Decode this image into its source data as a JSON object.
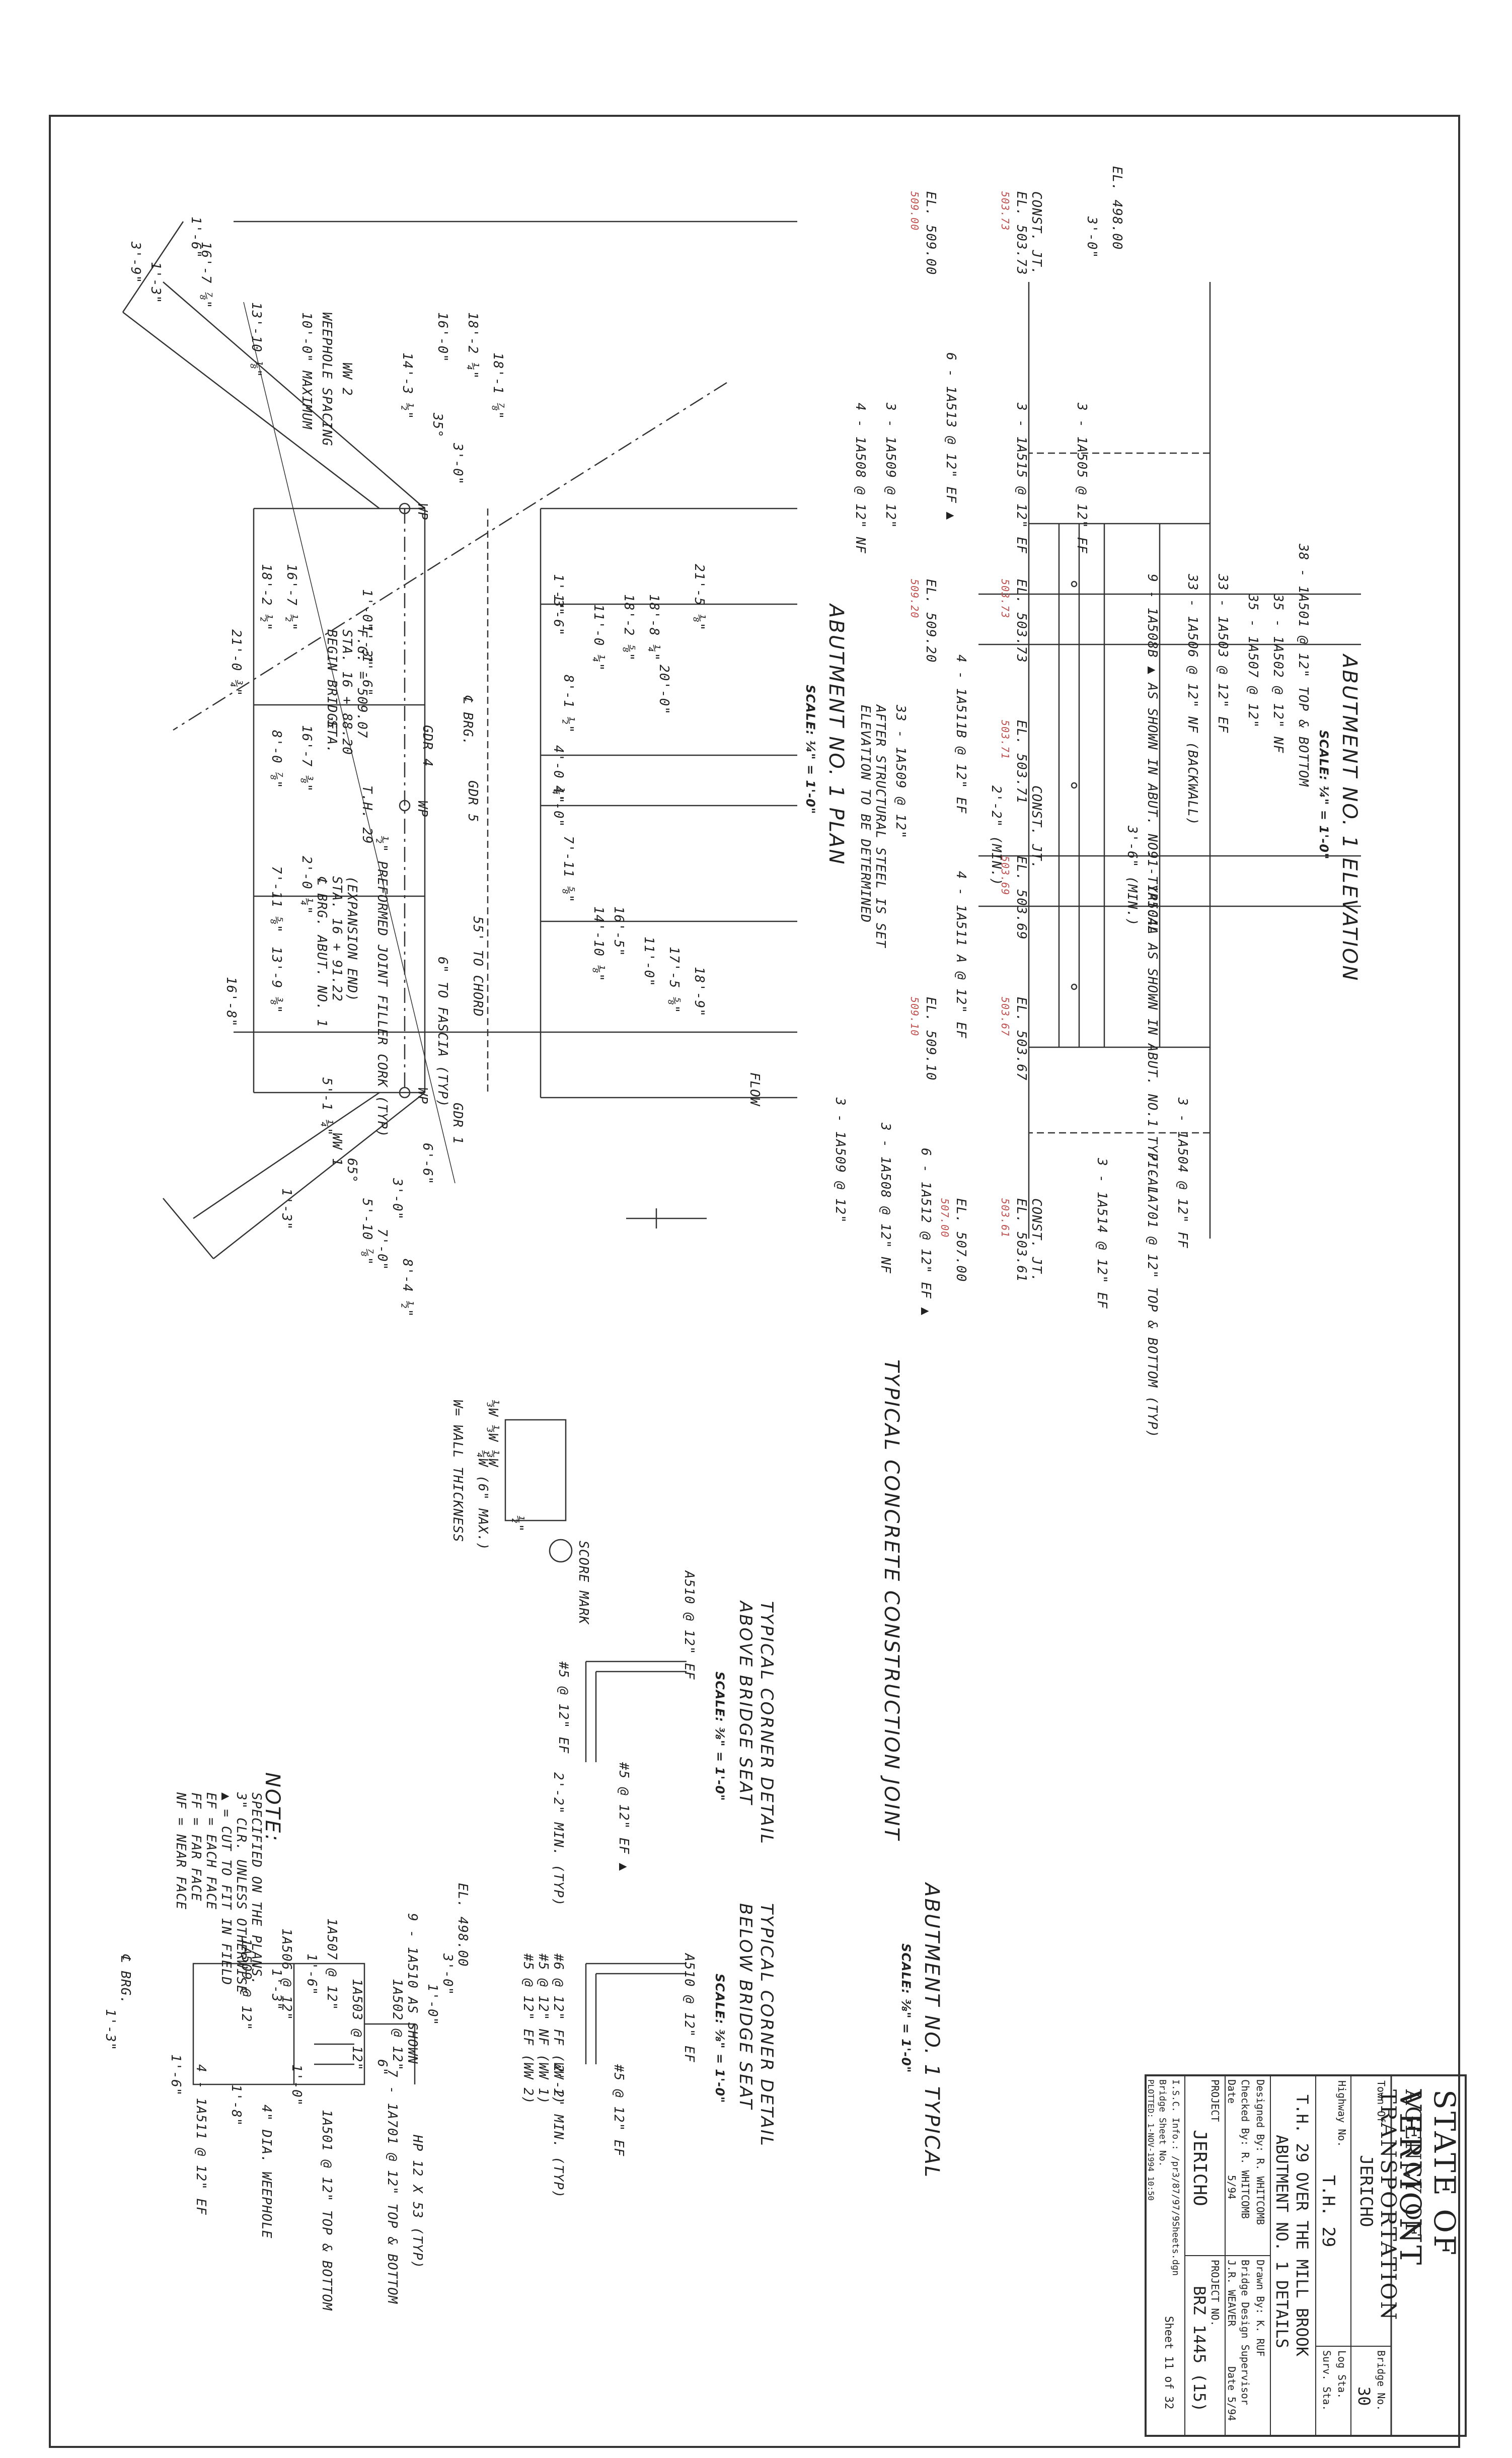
{
  "plan": {
    "title": "ABUTMENT NO. 1 PLAN",
    "scale": "SCALE: ¼\" = 1'-0\"",
    "labels": {
      "begin_bridge": "BEGIN BRIDGE",
      "begin_sta": "STA. 16 + 88.20",
      "begin_fg": "F.G. = 509.07",
      "brg_abut": "℄ BRG. ABUT. NO. 1",
      "brg_sta": "STA. 16 + 91.22",
      "expansion": "(EXPANSION END)",
      "sta": "STA.",
      "th29": "T.H. 29",
      "brg": "℄ BRG.",
      "wp": "WP",
      "gdr1": "GDR 1",
      "gdr4": "GDR 4",
      "gdr5": "GDR 5",
      "ww1": "WW 1",
      "ww2": "WW 2",
      "weephole": "WEEPHOLE SPACING",
      "maxim": "10'-0\" MAXIMUM",
      "chord": "55' TO CHORD",
      "fascia": "6\" TO FASCIA (TYP)",
      "joint_filler": "½\" PREFORMED JOINT FILLER CORK (TYP)",
      "flow": "FLOW"
    },
    "dims": [
      "1'-3\"",
      "1'-6\"",
      "3'-9\"",
      "1'-0\"",
      "1'-3\"",
      "1'-6\"",
      "18'-2 ½\"",
      "16'-7 ½\"",
      "21'-0 ¾\"",
      "8'-0 ⅞\"",
      "16'-7 ⅜\"",
      "7'-11 ⅝\"",
      "2'-0 ¼\"",
      "13'-9 ⅜\"",
      "16'-8\"",
      "5'-1 ¼\"",
      "1'-3\"",
      "6'-6\"",
      "3'-0\"",
      "5'-10 ⅞\"",
      "7'-0\"",
      "8'-4 ½\"",
      "65°",
      "35°",
      "18'-1 ⅞\"",
      "18'-2 ¼\"",
      "16'-0\"",
      "14'-3 ½\"",
      "3'-0\"",
      "1'-3\"",
      "1'-6\"",
      "8'-1 ½\"",
      "11'-0 ¼\"",
      "4'-0 ¼\"",
      "4'-0\"",
      "18'-2 ⅝\"",
      "7'-11 ⅝\"",
      "14'-10 ⅛\"",
      "18'-8 ¼\"",
      "20'-0\"",
      "16'-5\"",
      "11'-0\"",
      "21'-5 ⅛\"",
      "17'-5 ⅝\"",
      "18'-9\"",
      "13'-10 ⅛\"",
      "16'-7 ⅞\""
    ]
  },
  "elevation": {
    "title": "ABUTMENT NO. 1 ELEVATION",
    "scale": "SCALE: ¼\" = 1'-0\"",
    "labels": {
      "el_509": "EL. 509.00",
      "el_50373": "EL. 503.73",
      "const_jt": "CONST. JT.",
      "el_498": "EL. 498.00",
      "el_50920": "EL. 509.20",
      "el_50373b": "EL. 503.73",
      "el_50371": "EL. 503.71",
      "el_50369": "EL. 503.69",
      "el_50367": "EL. 503.67",
      "el_50910": "EL. 509.10",
      "el_50700": "EL. 507.00",
      "el_50361": "EL. 503.61",
      "const_jt2": "CONST. JT.",
      "const_jt3": "CONST. JT.",
      "set_note1": "ELEVATION TO BE DETERMINED",
      "set_note2": "AFTER STRUCTURAL STEEL IS SET",
      "a509": "33 - 1A509 @ 12\"",
      "a511b": "4 - 1A511B @ 12\" EF",
      "a511a": "4 - 1A511 A @ 12\" EF",
      "a508": "4 - 1A508 @ 12\" NF",
      "a509b": "3 - 1A509 @ 12\"",
      "a513": "6 - 1A513 @ 12\" EF ▲",
      "a515": "3 - 1A515 @ 12\" EF",
      "a505": "3 - 1A505 @ 12\" FF",
      "a508b": "9 - 1A508B ▲ AS SHOWN IN ABUT. NO.1 TYPICAL",
      "a506": "33 - 1A506 @ 12\" NF (BACKWALL)",
      "a503": "33 - 1A503 @ 12\" EF",
      "a507": "35 - 1A507 @ 12\"",
      "a502": "35 - 1A502 @ 12\" NF",
      "a501": "38 - 1A501 @ 12\" TOP & BOTTOM",
      "a504a": "9 - 1A504A AS SHOWN IN ABUT. NO.1 TYPICAL",
      "a509c": "3 - 1A509 @ 12\"",
      "a508c": "3 - 1A508 @ 12\" NF",
      "a512": "6 - 1A512 @ 12\" EF ▲",
      "a514": "3 - 1A514 @ 12\" EF",
      "a504": "3 - 1A504 @ 12\" FF",
      "a701": "7 - 1A701 @ 12\" TOP & BOTTOM (TYP)",
      "dim_30": "3'-0\"",
      "dim_22": "2'-2\" (MIN.)",
      "dim_36": "3'-6\" (MIN.)"
    },
    "red_marks": [
      "509.20",
      "503.73",
      "503.71",
      "503.69",
      "503.67",
      "509.10",
      "507.00",
      "503.61",
      "509.00",
      "503.73"
    ]
  },
  "joint": {
    "title": "TYPICAL CONCRETE CONSTRUCTION JOINT",
    "labels": {
      "max": "¼W (6\" MAX.)",
      "wall": "W= WALL THICKNESS",
      "thirds": "⅓W  ⅓W  ⅓W",
      "half": "½\"",
      "score": "SCORE MARK"
    }
  },
  "corner_above": {
    "title": "TYPICAL CORNER DETAIL ABOVE BRIDGE SEAT",
    "scale": "SCALE: ⅜\" = 1'-0\"",
    "labels": {
      "a5": "#5 @ 12\" EF",
      "a510": "A510 @ 12\" EF",
      "a5b": "#5 @ 12\" EF ▲",
      "min": "2'-2\" MIN. (TYP)"
    }
  },
  "corner_below": {
    "title": "TYPICAL CORNER DETAIL BELOW BRIDGE SEAT",
    "scale": "SCALE: ⅜\" = 1'-0\"",
    "labels": {
      "a1": "#5 @ 12\" EF (WW 2)",
      "a2": "#5 @ 12\" NF (WW 1)",
      "a3": "#6 @ 12\" FF (WW 1)",
      "a510": "A510 @ 12\" EF",
      "a5": "#5 @ 12\" EF",
      "min": "2'-2\" MIN. (TYP)"
    }
  },
  "typical": {
    "title": "ABUTMENT NO. 1 TYPICAL",
    "scale": "SCALE: ⅜\" = 1'-0\"",
    "labels": {
      "brg": "℄ BRG.",
      "d13": "1'-3\"",
      "a509": "1A509 @ 12\"",
      "a506": "1A506 @ 12\"",
      "a507": "1A507 @ 12\"",
      "a510": "9 - 1A510 AS SHOWN",
      "d16": "1'-6\"",
      "d13b": "1'-3\"",
      "d16b": "1'-6\"",
      "a511": "4 - 1A511 @ 12\" EF",
      "a502": "1A502 @ 12\"",
      "a503": "1A503 @ 12\"",
      "d10": "1'-0\"",
      "d30": "3'-0\"",
      "el498": "EL. 498.00",
      "weep": "4\" DIA. WEEPHOLE",
      "a701": "7 - 1A701 @ 12\" TOP & BOTTOM",
      "a501": "1A501 @ 12\" TOP & BOTTOM",
      "hp": "HP 12 X 53 (TYP)",
      "d18": "1'-8\"",
      "d10b": "1'-0\"",
      "d6": "6\""
    }
  },
  "notes": {
    "title": "NOTE:",
    "lines": [
      "NF = NEAR FACE",
      "FF = FAR FACE",
      "EF = EACH FACE",
      "▲ = CUT TO FIT IN FIELD",
      "3\" CLR. UNLESS OTHERWISE",
      "SPECIFIED ON THE PLANS."
    ]
  },
  "title_block": {
    "state": "STATE OF VERMONT",
    "agency": "AGENCY OF TRANSPORTATION",
    "town_label": "Town Of",
    "town": "JERICHO",
    "bridge_no_label": "Bridge No.",
    "bridge_no": "30",
    "highway_label": "Highway No.",
    "highway": "T.H. 29",
    "log_sta": "Log Sta.",
    "surv_sta": "Surv. Sta.",
    "subject": "T.H. 29 OVER THE MILL BROOK",
    "sheet_title": "ABUTMENT NO. 1 DETAILS",
    "designed": "Designed By: R. WHITCOMB",
    "checked": "Checked By: R. WHITCOMB",
    "drawn": "Drawn By: K. RUF",
    "supervisor": "Bridge Design Supervisor",
    "supervisor_name": "J.R. WEAVER",
    "date_label": "Date",
    "date": "5/94",
    "date2": "Date 5/94",
    "project_label": "PROJECT",
    "project_name": "JERICHO",
    "project_no_label": "PROJECT NO.",
    "project_no": "BRZ 1445 (15)",
    "file_info": "I.S.C. Info.: /pr3/87/97/9Sheets.dgn",
    "sheet_no": "Bridge Sheet No.",
    "sheet": "Sheet 11 of 32",
    "plot": "PLOTTED: 1-NOV-1994 10:50"
  }
}
